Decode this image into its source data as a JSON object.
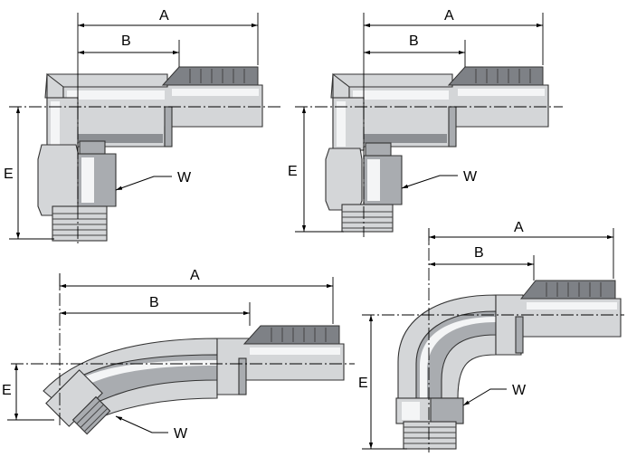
{
  "labels": {
    "a": "A",
    "b": "B",
    "e": "E",
    "w": "W"
  },
  "colors": {
    "fitting_body": "#d4d6d8",
    "fitting_highlight": "#f4f5f6",
    "fitting_shadow": "#8c8f93",
    "crimp_sleeve": "#7e8186"
  }
}
